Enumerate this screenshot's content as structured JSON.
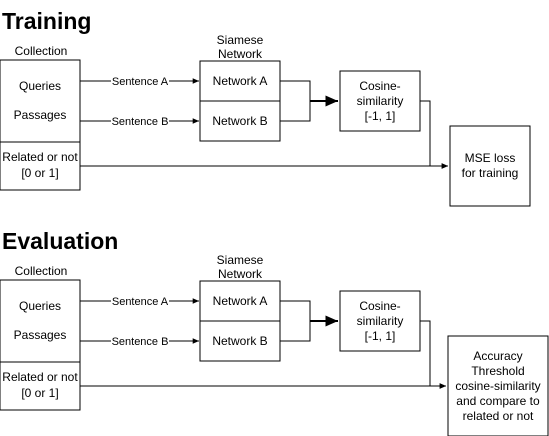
{
  "sections": [
    {
      "title": "Training",
      "collection_label": "Collection",
      "network_label": [
        "Siamese",
        "Network"
      ],
      "queries": "Queries",
      "passages": "Passages",
      "related": [
        "Related or not",
        "[0 or 1]"
      ],
      "sentence_a": "Sentence A",
      "sentence_b": "Sentence B",
      "network_a": "Network A",
      "network_b": "Network B",
      "cosine": [
        "Cosine-",
        "similarity",
        "[-1, 1]"
      ],
      "output": [
        "MSE loss",
        "for training"
      ]
    },
    {
      "title": "Evaluation",
      "collection_label": "Collection",
      "network_label": [
        "Siamese",
        "Network"
      ],
      "queries": "Queries",
      "passages": "Passages",
      "related": [
        "Related or not",
        "[0 or 1]"
      ],
      "sentence_a": "Sentence A",
      "sentence_b": "Sentence B",
      "network_a": "Network A",
      "network_b": "Network B",
      "cosine": [
        "Cosine-",
        "similarity",
        "[-1, 1]"
      ],
      "output": [
        "Accuracy",
        "Threshold",
        "cosine-similarity",
        "and compare to",
        "related or not"
      ]
    }
  ]
}
